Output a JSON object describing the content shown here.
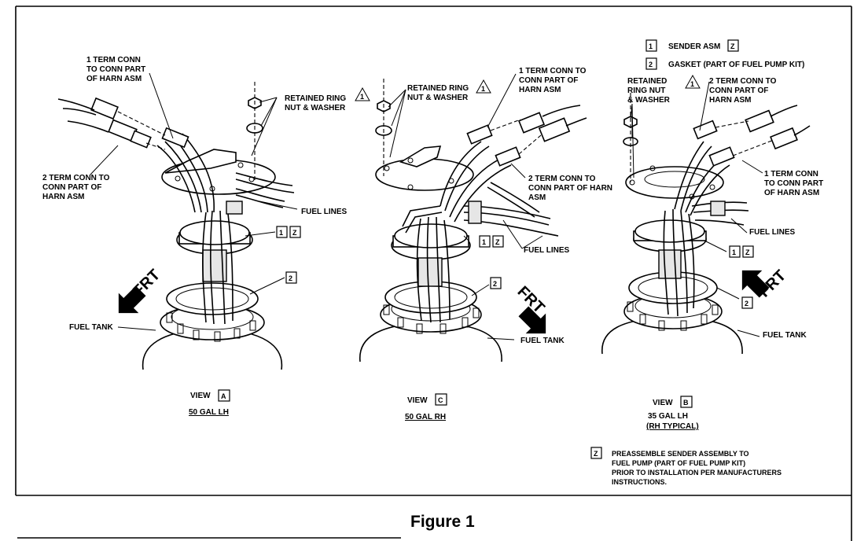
{
  "figure_title": "Figure 1",
  "views": {
    "a": {
      "view_word": "VIEW",
      "view_letter": "A",
      "subtitle": "50 GAL LH",
      "labels": {
        "term1": [
          "1 TERM CONN",
          "TO CONN PART",
          "OF HARN ASM"
        ],
        "term2": [
          "2 TERM CONN TO",
          "CONN PART OF",
          "HARN ASM"
        ],
        "ring": [
          "RETAINED RING",
          "NUT & WASHER"
        ],
        "ring_callout": "1",
        "fuel_lines": "FUEL LINES",
        "fuel_tank": "FUEL TANK",
        "frt": "FRT",
        "box1": "1",
        "boxz": "Z",
        "box2": "2"
      }
    },
    "c": {
      "view_word": "VIEW",
      "view_letter": "C",
      "subtitle": "50 GAL RH",
      "labels": {
        "ring": [
          "RETAINED RING",
          "NUT & WASHER"
        ],
        "ring_callout": "1",
        "term1": [
          "1 TERM CONN TO",
          "CONN PART OF",
          "HARN ASM"
        ],
        "term2": [
          "2 TERM CONN TO",
          "CONN PART OF HARN",
          "ASM"
        ],
        "fuel_lines": "FUEL LINES",
        "fuel_tank": "FUEL TANK",
        "frt": "FRT",
        "box1": "1",
        "boxz": "Z",
        "box2": "2"
      }
    },
    "b": {
      "view_word": "VIEW",
      "view_letter": "B",
      "subtitle": "35 GAL LH",
      "subtitle2": "(RH TYPICAL)",
      "labels": {
        "ring": [
          "RETAINED",
          "RING NUT",
          "& WASHER"
        ],
        "ring_callout": "1",
        "term2": [
          "2 TERM CONN TO",
          "CONN PART OF",
          "HARN ASM"
        ],
        "term1": [
          "1 TERM CONN",
          "TO CONN PART",
          "OF HARN ASM"
        ],
        "fuel_lines": "FUEL LINES",
        "fuel_tank": "FUEL TANK",
        "frt": "FRT",
        "box1": "1",
        "boxz": "Z",
        "box2": "2"
      }
    }
  },
  "legend": {
    "item1_num": "1",
    "item1_text": "SENDER ASM",
    "item1_z": "Z",
    "item2_num": "2",
    "item2_text": "GASKET (PART OF FUEL PUMP KIT)"
  },
  "note": {
    "mark": "Z",
    "lines": [
      "PREASSEMBLE SENDER ASSEMBLY TO",
      "FUEL PUMP (PART OF FUEL PUMP KIT)",
      "PRIOR TO INSTALLATION PER MANUFACTURERS",
      "INSTRUCTIONS."
    ]
  }
}
